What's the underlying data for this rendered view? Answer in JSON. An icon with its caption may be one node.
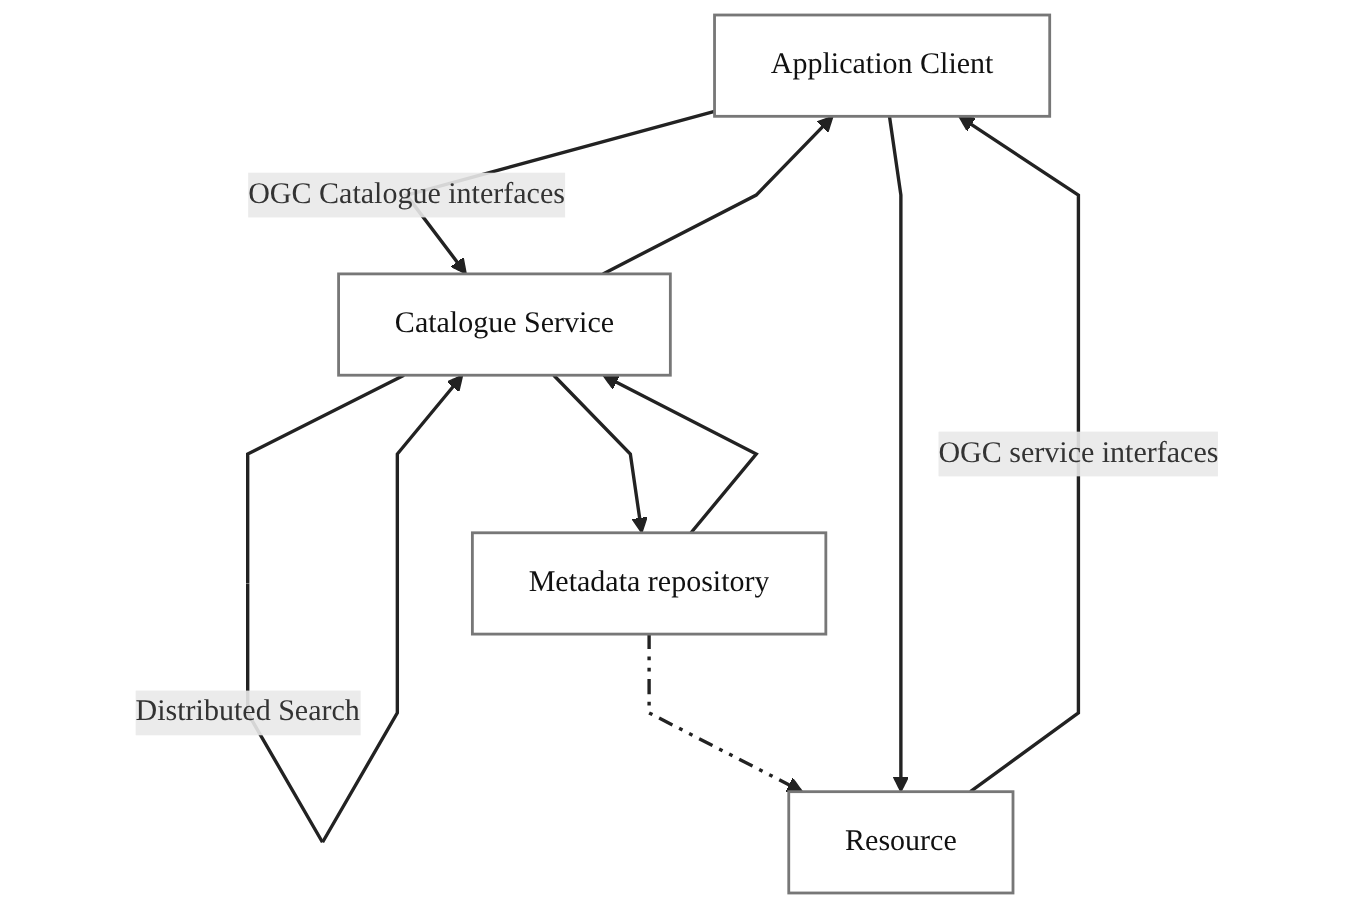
{
  "diagram": {
    "nodes": [
      {
        "text": [
          "Application Client"
        ]
      },
      {
        "text": [
          "Catalogue Service"
        ]
      },
      {
        "text": [
          "Metadata repository"
        ]
      },
      {
        "text": [
          "Resource"
        ]
      }
    ],
    "edges": [
      {
        "from": 0,
        "to": 1,
        "arrow": "to",
        "label": "OGC Catalogue interfaces"
      },
      {
        "from": 1,
        "to": 0,
        "arrow": "to"
      },
      {
        "from": 1,
        "to": 1,
        "arrow": "to",
        "label": "Distributed Search"
      },
      {
        "from": 1,
        "to": 2,
        "arrow": "to"
      },
      {
        "from": 2,
        "to": 1,
        "arrow": "to"
      },
      {
        "from": 2,
        "to": 3,
        "arrow": "to",
        "style": "dashed"
      },
      {
        "from": 0,
        "to": 3,
        "arrow": "to"
      },
      {
        "from": 3,
        "to": 0,
        "arrow": "to",
        "label": "OGC service interfaces"
      }
    ]
  }
}
